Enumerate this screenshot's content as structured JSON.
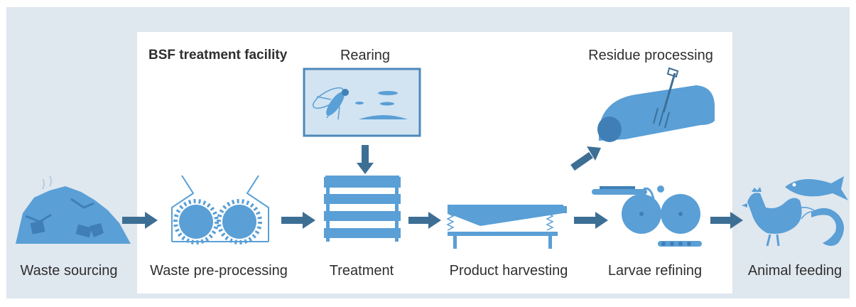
{
  "facility": {
    "title": "BSF treatment facility"
  },
  "stages": {
    "waste_sourcing": "Waste sourcing",
    "waste_preprocessing": "Waste pre-processing",
    "treatment": "Treatment",
    "product_harvesting": "Product harvesting",
    "larvae_refining": "Larvae refining",
    "animal_feeding": "Animal feeding",
    "rearing": "Rearing",
    "residue_processing": "Residue processing"
  },
  "colors": {
    "outer_background": "#dfe7ef",
    "facility_background": "#ffffff",
    "icon_blue": "#5a9fd6",
    "icon_dark": "#3f7fb6",
    "arrow": "#3d6f95",
    "text": "#2f2f2f"
  }
}
